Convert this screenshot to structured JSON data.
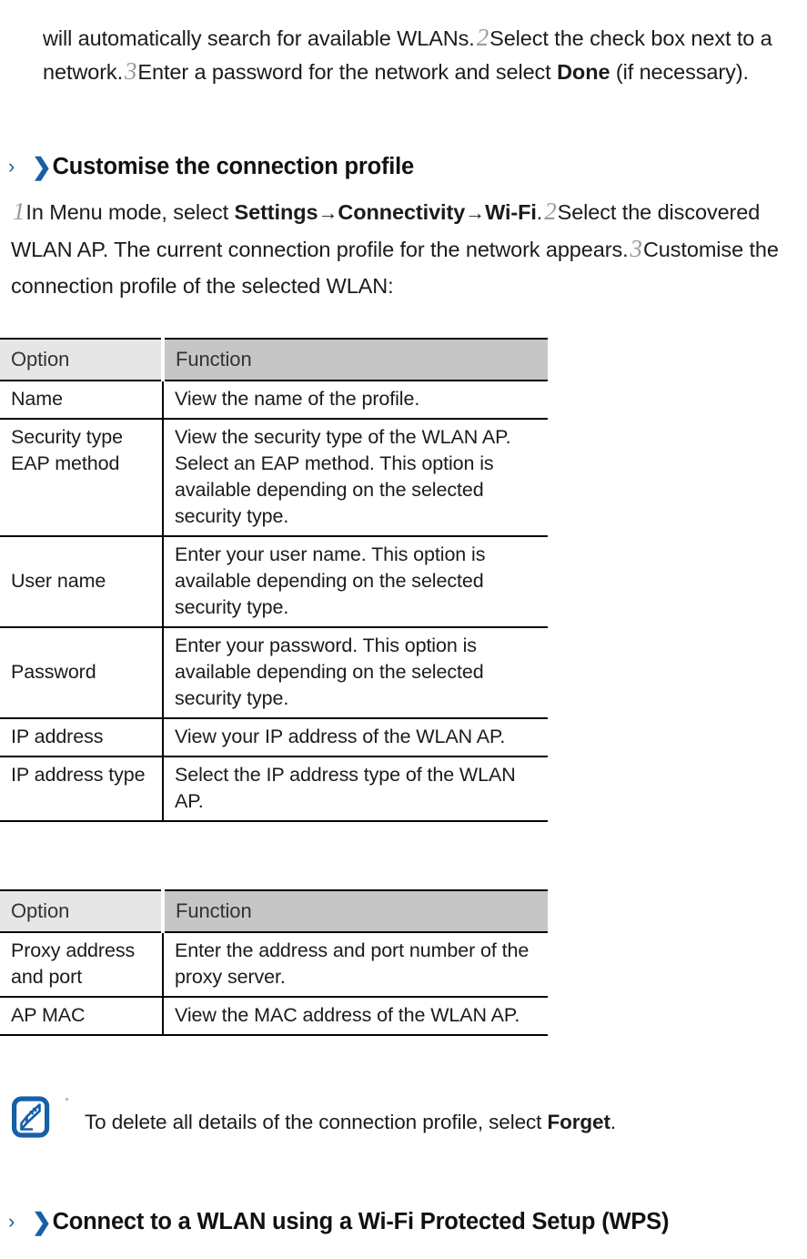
{
  "intro_paragraph": {
    "segment_1": "will automatically search for available WLANs.",
    "step_2": "2",
    "segment_2": "Select the check box next to a network.",
    "step_3": "3",
    "segment_3": "Enter a password for the network and select",
    "bold_term": "Done",
    "segment_4": "(if necessary)."
  },
  "heading_customise": {
    "chevron_thin": "›",
    "chevron_bold": "❯",
    "text": "Customise the connection profile"
  },
  "body_paragraph": {
    "step_1": "1",
    "segment_1": "In Menu mode, select",
    "bold_settings": "Settings",
    "arrow_1": "→",
    "bold_connectivity": "Connectivity",
    "arrow_2": "→",
    "bold_wifi": "Wi-Fi",
    "segment_2": ".",
    "step_2": "2",
    "segment_3": "Select the discovered WLAN AP. The current connection profile for the network appears.",
    "step_3": "3",
    "segment_4": "Customise the connection profile of the selected WLAN:"
  },
  "table_1": {
    "headers": [
      "Option",
      "Function"
    ],
    "rows": [
      {
        "option": "Name",
        "function": "View the name of the profile.",
        "align": "middle"
      },
      {
        "option": "Security type EAP method",
        "function": "View the security type of the WLAN AP. Select an EAP method. This option is available depending on the selected security type.",
        "align": "top"
      },
      {
        "option": "User name",
        "function": "Enter your user name. This option is available depending on the selected security type.",
        "align": "middle"
      },
      {
        "option": "Password",
        "function": "Enter your password. This option is available depending on the selected security type.",
        "align": "middle"
      },
      {
        "option": "IP address",
        "function": "View your IP address of the WLAN AP.",
        "align": "middle"
      },
      {
        "option": "IP address type",
        "function": "Select the IP address type of the WLAN AP.",
        "align": "top"
      }
    ]
  },
  "table_2": {
    "headers": [
      "Option",
      "Function"
    ],
    "rows": [
      {
        "option": "Proxy address and port",
        "function": "Enter the address and port number of the proxy server.",
        "align": "top"
      },
      {
        "option": "AP MAC",
        "function": "View the MAC address of the WLAN AP.",
        "align": "middle"
      }
    ]
  },
  "note": {
    "icon": "note-pen-icon",
    "text_before": "To delete all details of the connection profile, select",
    "bold_term": "Forget",
    "text_after": "."
  },
  "heading_wps": {
    "chevron_thin": "›",
    "chevron_bold": "❯",
    "text": "Connect to a WLAN using a Wi-Fi Protected Setup (WPS)"
  },
  "colors": {
    "accent_blue": "#1560a8",
    "header_light_gray": "#e6e6e6",
    "header_dark_gray": "#c6c6c6",
    "step_number_gray": "#9a9a9a",
    "text": "#1b1b1b"
  }
}
